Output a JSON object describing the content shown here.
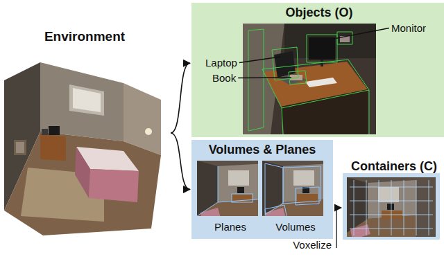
{
  "diagram": {
    "nodes": [
      {
        "text": [
          "Environment"
        ]
      },
      {
        "text": [
          "Objects (O)"
        ]
      },
      {
        "text": [
          "Volumes & Planes"
        ]
      },
      {
        "text": [
          "Planes"
        ],
        "in": 2
      },
      {
        "text": [
          "Volumes"
        ],
        "in": 2
      },
      {
        "text": [
          "Containers (C)"
        ]
      }
    ],
    "edges": [
      {
        "from": 0,
        "to": 1,
        "arrow": "to"
      },
      {
        "from": 0,
        "to": 2,
        "arrow": "to"
      },
      {
        "from": 2,
        "to": 5,
        "label": "Voxelize",
        "arrow": "to"
      }
    ],
    "labels": [
      "Monitor",
      "Laptop",
      "Book"
    ]
  }
}
